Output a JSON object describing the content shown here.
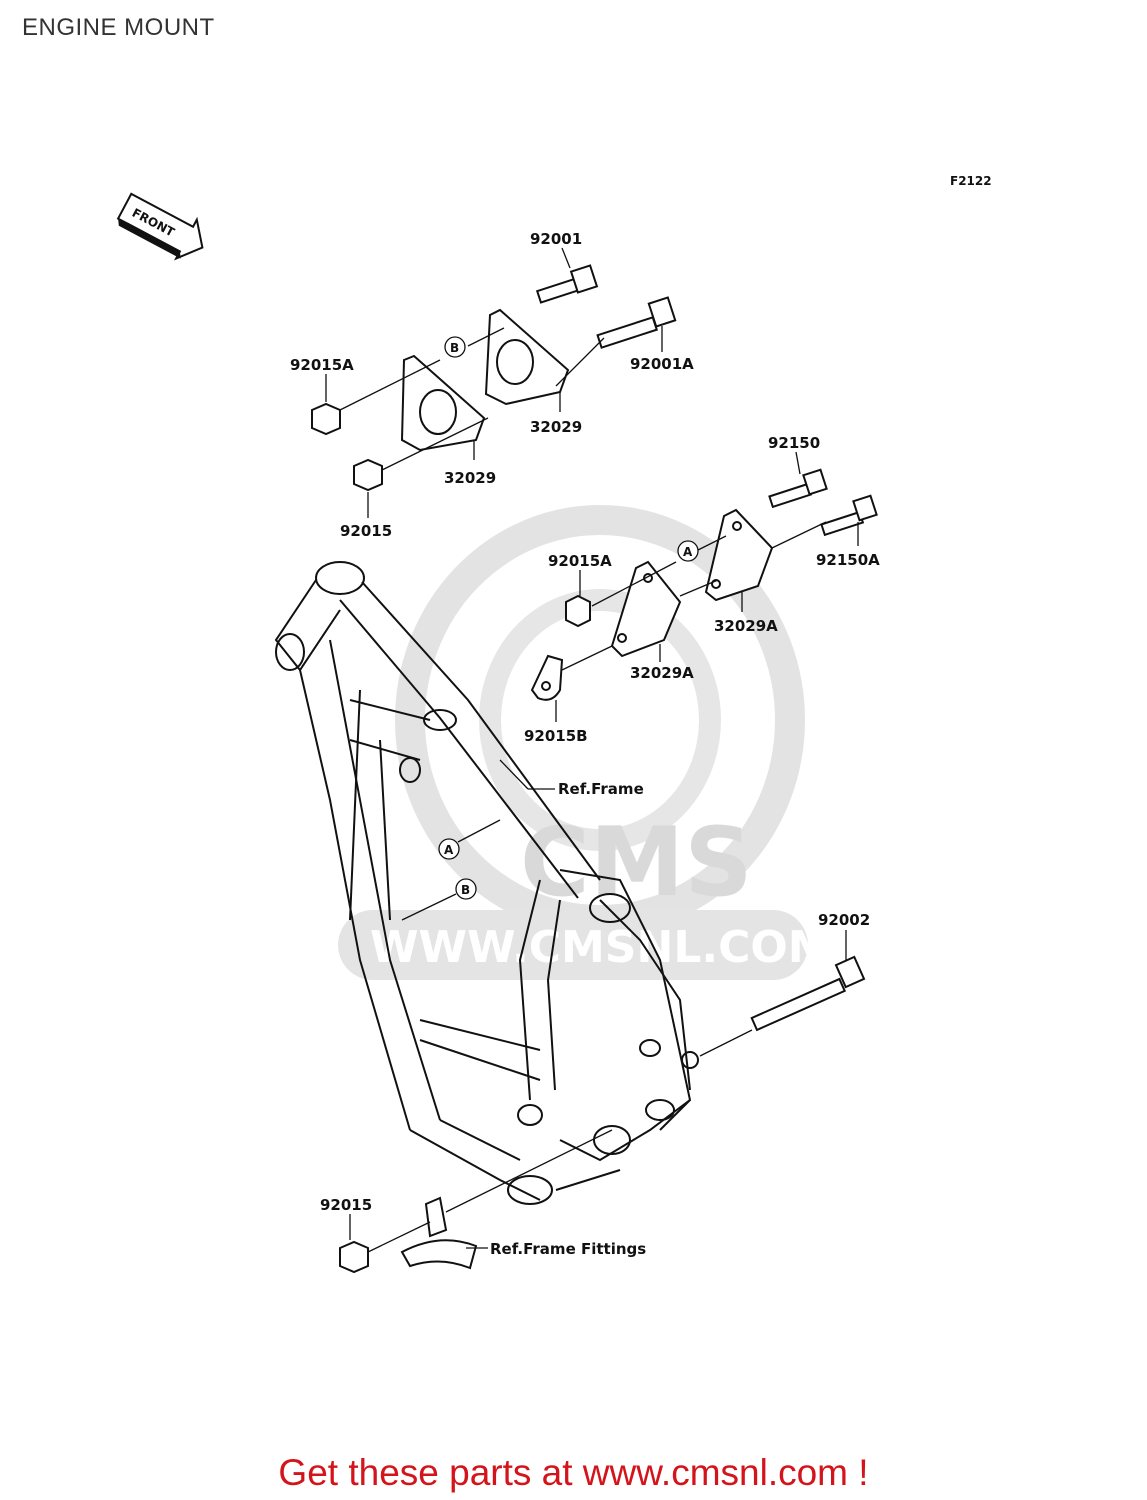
{
  "title": "ENGINE MOUNT",
  "figure_code": "F2122",
  "front_label": "FRONT",
  "labels": {
    "p92001": "92001",
    "p92001A": "92001A",
    "p92015A_top": "92015A",
    "p32029_right": "32029",
    "p32029_left": "32029",
    "p92015_top": "92015",
    "p92150": "92150",
    "p92150A": "92150A",
    "p92015A_mid": "92015A",
    "p32029A_right": "32029A",
    "p32029A_left": "32029A",
    "p92015B": "92015B",
    "ref_frame": "Ref.Frame",
    "p92002": "92002",
    "p92015_bottom": "92015",
    "ref_frame_fittings": "Ref.Frame Fittings"
  },
  "markers": {
    "a_upper": "A",
    "b_upper": "B",
    "a_frame": "A",
    "b_frame": "B"
  },
  "watermark": {
    "brand": "CMS",
    "url": "WWW.CMSNL.COM"
  },
  "footer": "Get these parts at www.cmsnl.com !",
  "colors": {
    "footer": "#d4141b",
    "line_art": "#111111",
    "watermark": "#d9d9d9"
  }
}
